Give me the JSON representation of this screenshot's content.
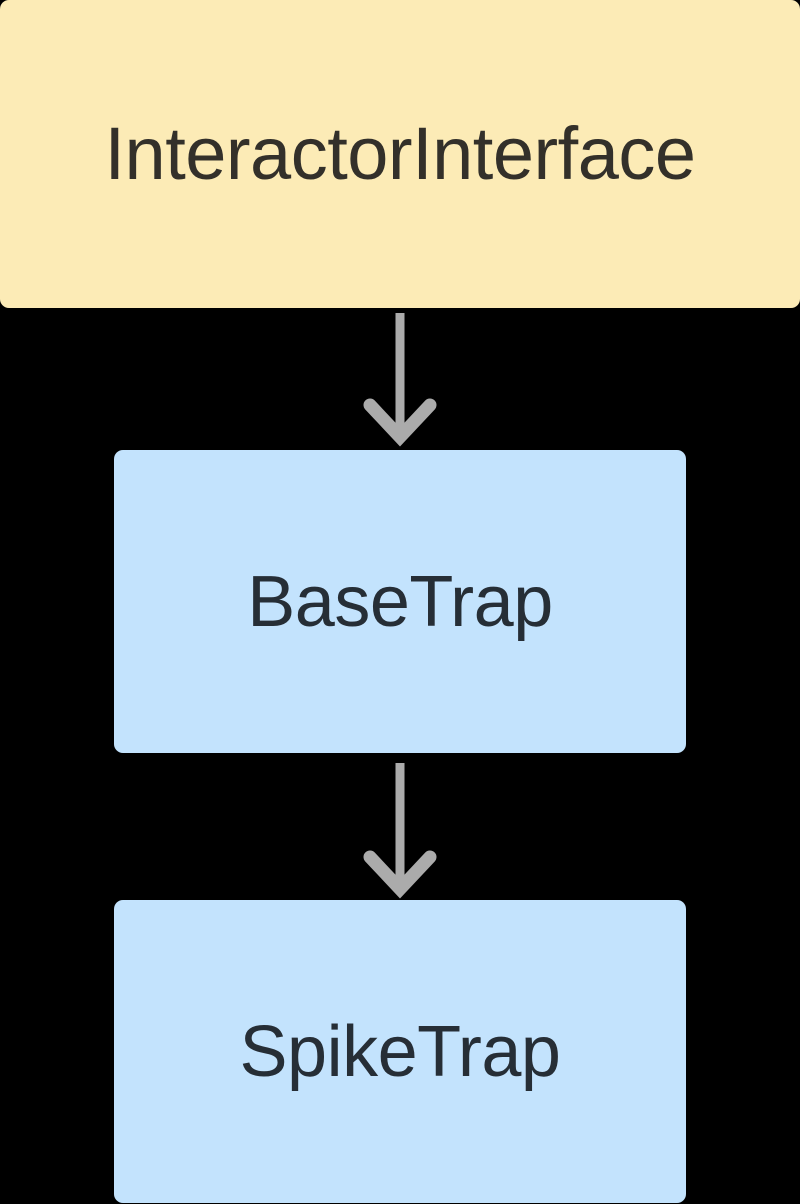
{
  "diagram": {
    "type": "class-inheritance-hierarchy",
    "orientation": "top-to-bottom",
    "background_color": "#000000",
    "nodes": [
      {
        "id": "interactor-interface",
        "label": "InteractorInterface",
        "role": "interface",
        "fill": "#FCEBB6",
        "text_color": "#33302A"
      },
      {
        "id": "base-trap",
        "label": "BaseTrap",
        "role": "class",
        "fill": "#C3E3FD",
        "text_color": "#262E36"
      },
      {
        "id": "spike-trap",
        "label": "SpikeTrap",
        "role": "class",
        "fill": "#C3E3FD",
        "text_color": "#262E36"
      }
    ],
    "edges": [
      {
        "id": "edge-interface-to-basetrap",
        "from": "interactor-interface",
        "to": "base-trap",
        "style": "solid-arrow",
        "color": "#ABABAB"
      },
      {
        "id": "edge-basetrap-to-spiketrap",
        "from": "base-trap",
        "to": "spike-trap",
        "style": "solid-arrow",
        "color": "#ABABAB"
      }
    ]
  }
}
